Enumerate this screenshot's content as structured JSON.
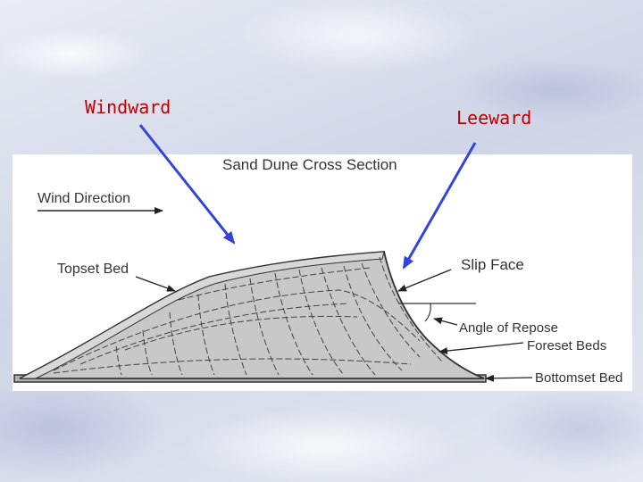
{
  "labels": {
    "windward": "Windward",
    "leeward": "Leeward"
  },
  "diagram": {
    "title": "Sand Dune Cross Section",
    "wind_direction": "Wind Direction",
    "topset_bed": "Topset Bed",
    "slip_face": "Slip Face",
    "angle_of_repose": "Angle of Repose",
    "foreset_beds": "Foreset Beds",
    "bottomset_bed": "Bottomset Bed"
  },
  "colors": {
    "label_text": "#c00000",
    "pointer_arrow": "#3344dd",
    "dune_fill": "#c8c8c8",
    "panel": "#ffffff"
  }
}
